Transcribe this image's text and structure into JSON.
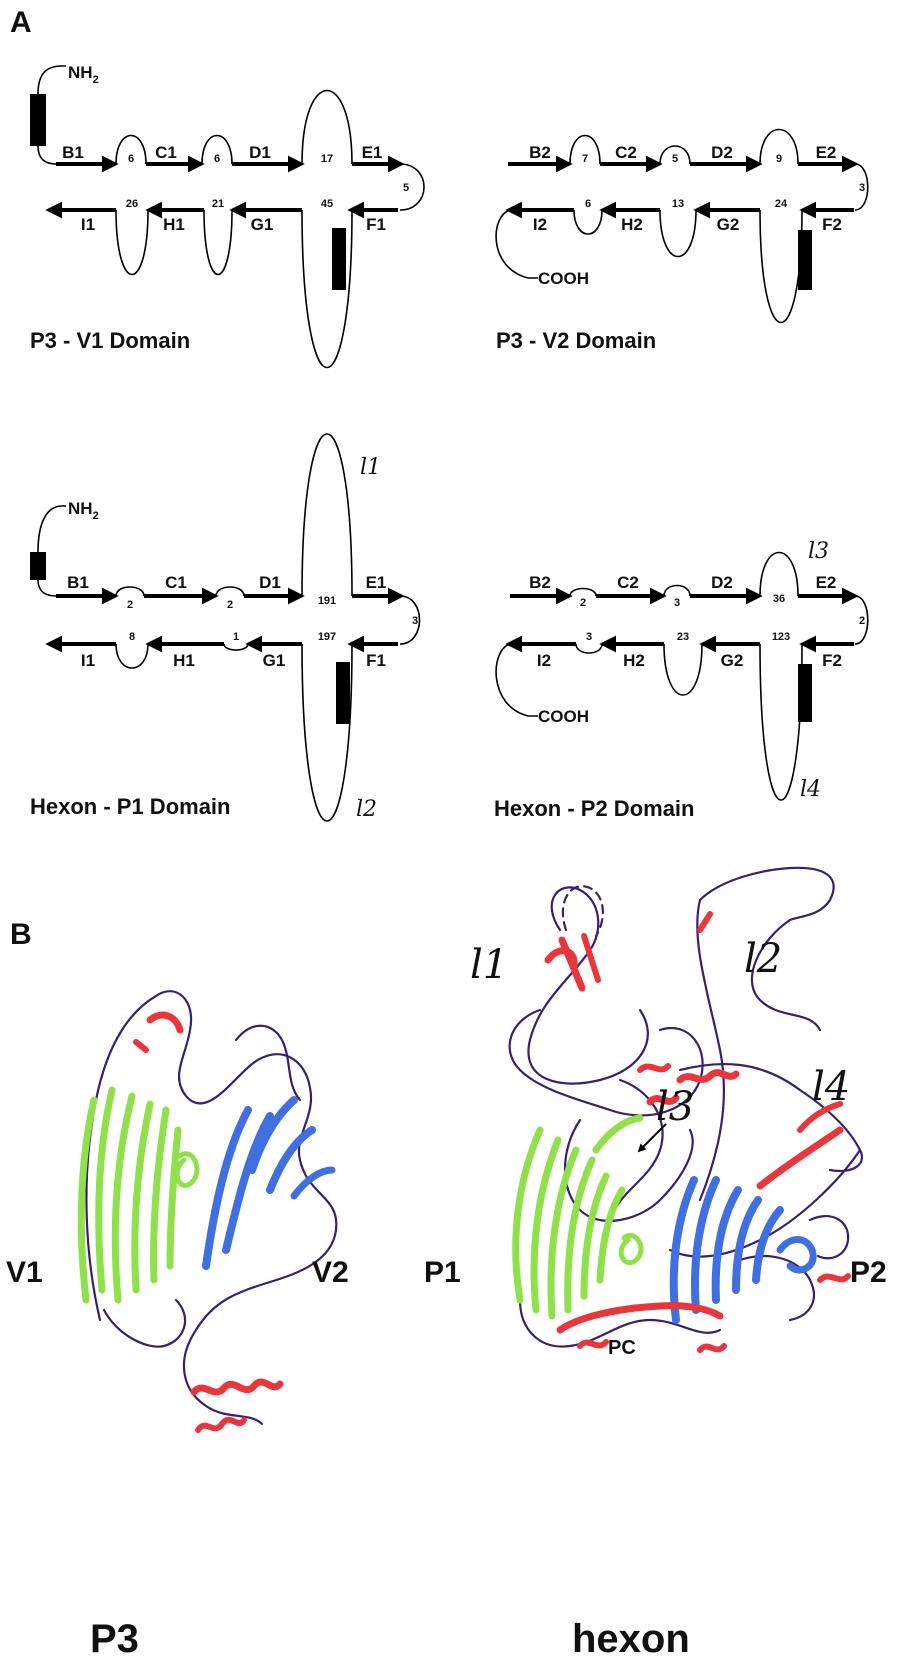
{
  "panels": {
    "a": {
      "letter": "A",
      "p3_v1": {
        "title": "P3 - V1 Domain",
        "n_term": "NH",
        "strands_top": [
          "B1",
          "C1",
          "D1",
          "E1"
        ],
        "strands_bottom": [
          "I1",
          "H1",
          "G1",
          "F1"
        ],
        "loops_top": [
          "6",
          "6",
          "17"
        ],
        "turn": "5",
        "loops_bottom": [
          "26",
          "21",
          "45"
        ]
      },
      "p3_v2": {
        "title": "P3 - V2 Domain",
        "c_term": "COOH",
        "strands_top": [
          "B2",
          "C2",
          "D2",
          "E2"
        ],
        "strands_bottom": [
          "I2",
          "H2",
          "G2",
          "F2"
        ],
        "loops_top": [
          "7",
          "5",
          "9"
        ],
        "turn": "3",
        "loops_bottom": [
          "6",
          "13",
          "24"
        ]
      },
      "hexon_p1": {
        "title": "Hexon - P1 Domain",
        "n_term": "NH",
        "strands_top": [
          "B1",
          "C1",
          "D1",
          "E1"
        ],
        "strands_bottom": [
          "I1",
          "H1",
          "G1",
          "F1"
        ],
        "loops_top": [
          "2",
          "2",
          "191"
        ],
        "turn": "3",
        "loops_bottom": [
          "8",
          "1",
          "197"
        ],
        "loop_labels": [
          "l1",
          "l2"
        ]
      },
      "hexon_p2": {
        "title": "Hexon - P2 Domain",
        "c_term": "COOH",
        "strands_top": [
          "B2",
          "C2",
          "D2",
          "E2"
        ],
        "strands_bottom": [
          "I2",
          "H2",
          "G2",
          "F2"
        ],
        "loops_top": [
          "2",
          "3",
          "36"
        ],
        "turn": "2",
        "loops_bottom": [
          "3",
          "23",
          "123"
        ],
        "loop_labels": [
          "l3",
          "l4"
        ]
      }
    },
    "b": {
      "letter": "B",
      "p3": {
        "label_left": "V1",
        "label_right": "V2",
        "caption": "P3"
      },
      "hexon": {
        "label_left": "P1",
        "label_right": "P2",
        "label_center": "PC",
        "caption": "hexon",
        "loop_labels": [
          "l1",
          "l2",
          "l3",
          "l4"
        ]
      }
    }
  },
  "colors": {
    "green": "#8fe04a",
    "blue": "#3f6fe0",
    "red": "#e8363c",
    "purple": "#3a1f6e",
    "ink": "#000000"
  }
}
